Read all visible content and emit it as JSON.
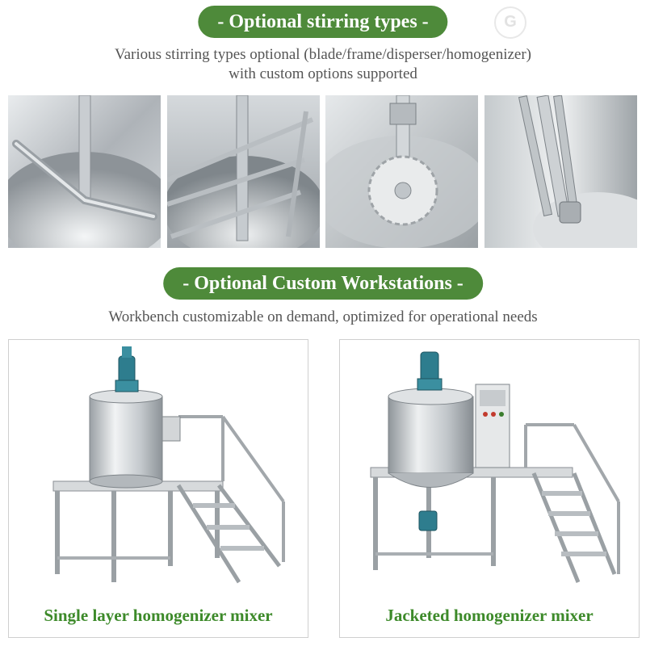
{
  "section1": {
    "title": "- Optional stirring types -",
    "desc_line1": "Various stirring types optional (blade/frame/disperser/homogenizer)",
    "desc_line2": "with custom options supported"
  },
  "section2": {
    "title": "- Optional Custom Workstations -",
    "desc": "Workbench customizable on demand, optimized for operational needs"
  },
  "stirring_images": [
    "blade-agitator-photo",
    "frame-agitator-photo",
    "disperser-photo",
    "homogenizer-photo"
  ],
  "cards": [
    {
      "caption": "Single layer homogenizer mixer"
    },
    {
      "caption": "Jacketed homogenizer mixer"
    }
  ],
  "colors": {
    "accent_green": "#4e8a3a",
    "caption_green": "#3d8a2a",
    "steel": "#bfc4c8",
    "motor_blue": "#2e7d8e"
  }
}
